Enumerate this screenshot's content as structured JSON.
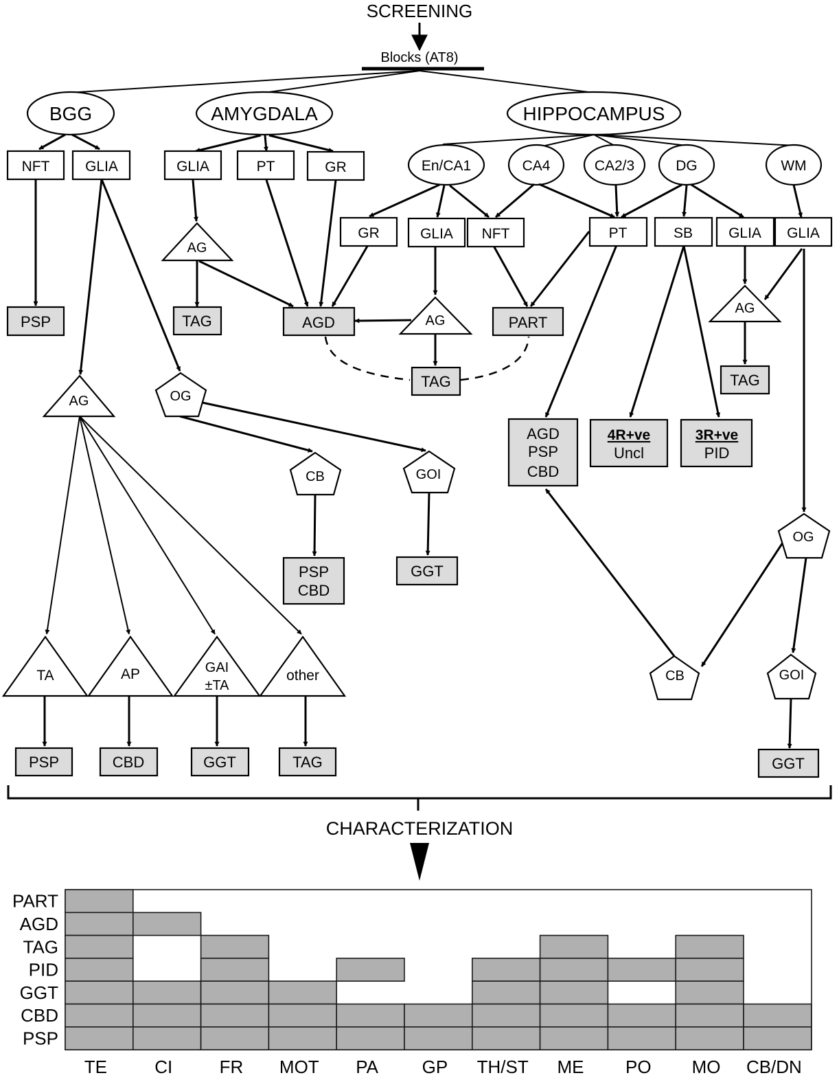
{
  "header": {
    "title": "SCREENING",
    "blocks_label": "Blocks (AT8)"
  },
  "characterization_label": "CHARACTERIZATION",
  "colors": {
    "leaf_fill": "#dcdcdc",
    "cell_fill": "#b0b0b0",
    "stroke": "#000000"
  },
  "regions": {
    "bgg": "BGG",
    "amygdala": "AMYGDALA",
    "hippocampus": "HIPPOCAMPUS"
  },
  "bgg": {
    "nft": "NFT",
    "glia": "GLIA",
    "psp": "PSP",
    "ag": "AG",
    "og": "OG",
    "cb": "CB",
    "goi": "GOI",
    "cb_out": [
      "PSP",
      "CBD"
    ],
    "goi_out": "GGT",
    "astro_types": [
      {
        "label": [
          "TA"
        ],
        "outcome": "PSP"
      },
      {
        "label": [
          "AP"
        ],
        "outcome": "CBD"
      },
      {
        "label": [
          "GAI",
          "±TA"
        ],
        "outcome": "GGT"
      },
      {
        "label": [
          "other"
        ],
        "outcome": "TAG"
      }
    ]
  },
  "amygdala": {
    "glia": "GLIA",
    "pt": "PT",
    "gr": "GR",
    "ag": "AG",
    "tag": "TAG",
    "agd": "AGD"
  },
  "hippocampus": {
    "subregions": [
      "En/CA1",
      "CA4",
      "CA2/3",
      "DG",
      "WM"
    ],
    "gr": "GR",
    "glia": "GLIA",
    "nft": "NFT",
    "pt": "PT",
    "sb": "SB",
    "dg_glia": "GLIA",
    "wm_glia": "GLIA",
    "ag": "AG",
    "part": "PART",
    "tag": "TAG",
    "ag_right": "AG",
    "tag_right": "TAG",
    "pt_out": [
      "AGD",
      "PSP",
      "CBD"
    ],
    "sb_out_4r": {
      "bold": "4R+ve",
      "text": "Uncl"
    },
    "sb_out_3r": {
      "bold": "3R+ve",
      "text": "PID"
    },
    "og": "OG",
    "cb": "CB",
    "goi": "GOI",
    "goi_out": "GGT"
  },
  "chart_data": {
    "type": "table",
    "title": "CHARACTERIZATION",
    "rows": [
      "PART",
      "AGD",
      "TAG",
      "PID",
      "GGT",
      "CBD",
      "PSP"
    ],
    "columns": [
      "TE",
      "CI",
      "FR",
      "MOT",
      "PA",
      "GP",
      "TH/ST",
      "ME",
      "PO",
      "MO",
      "CB/DN"
    ],
    "cells": [
      [
        1,
        0,
        0,
        0,
        0,
        0,
        0,
        0,
        0,
        0,
        0
      ],
      [
        1,
        1,
        0,
        0,
        0,
        0,
        0,
        0,
        0,
        0,
        0
      ],
      [
        1,
        0,
        1,
        0,
        0,
        0,
        0,
        1,
        0,
        1,
        0
      ],
      [
        1,
        0,
        1,
        0,
        1,
        0,
        1,
        1,
        1,
        1,
        0
      ],
      [
        1,
        1,
        1,
        1,
        0,
        0,
        1,
        1,
        0,
        1,
        0
      ],
      [
        1,
        1,
        1,
        1,
        1,
        1,
        1,
        1,
        1,
        1,
        1
      ],
      [
        1,
        1,
        1,
        1,
        1,
        1,
        1,
        1,
        1,
        1,
        1
      ]
    ]
  }
}
